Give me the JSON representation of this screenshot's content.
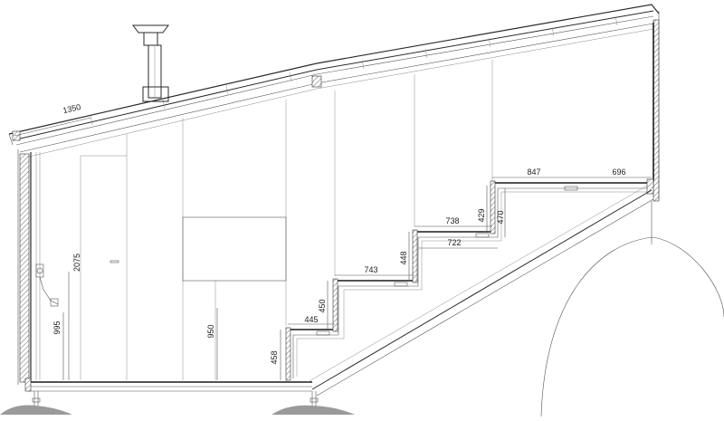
{
  "dimensions": {
    "roof_overhang": "1350",
    "door_height": "2075",
    "window_sill_left": "995",
    "panel_height": "950",
    "step1_rise": "458",
    "step1_tread": "445",
    "step2_rise": "450",
    "step2_tread": "743",
    "step3_rise": "448",
    "step3_tread_top": "738",
    "step3_tread_bottom": "722",
    "step4_rise_a": "429",
    "step4_rise_b": "470",
    "landing_a": "847",
    "landing_b": "696"
  }
}
